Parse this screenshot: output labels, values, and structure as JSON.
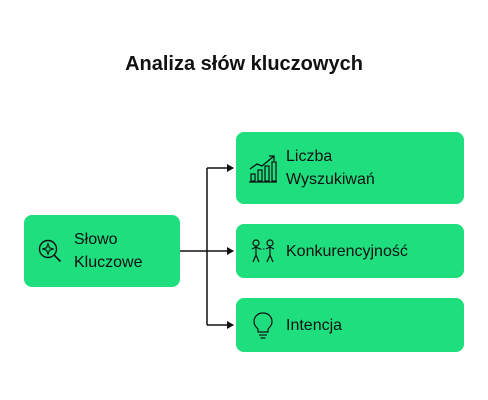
{
  "title": "Analiza słów kluczowych",
  "root": {
    "label_line1": "Słowo",
    "label_line2": "Kluczowe",
    "icon": "search-sparkle-icon"
  },
  "children": [
    {
      "label_line1": "Liczba",
      "label_line2": "Wyszukiwań",
      "icon": "bar-chart-trend-icon"
    },
    {
      "label": "Konkurencyjność",
      "icon": "people-competing-icon"
    },
    {
      "label": "Intencja",
      "icon": "lightbulb-icon"
    }
  ],
  "colors": {
    "node_fill": "#1ede7e",
    "text": "#111111",
    "connector": "#111111"
  }
}
